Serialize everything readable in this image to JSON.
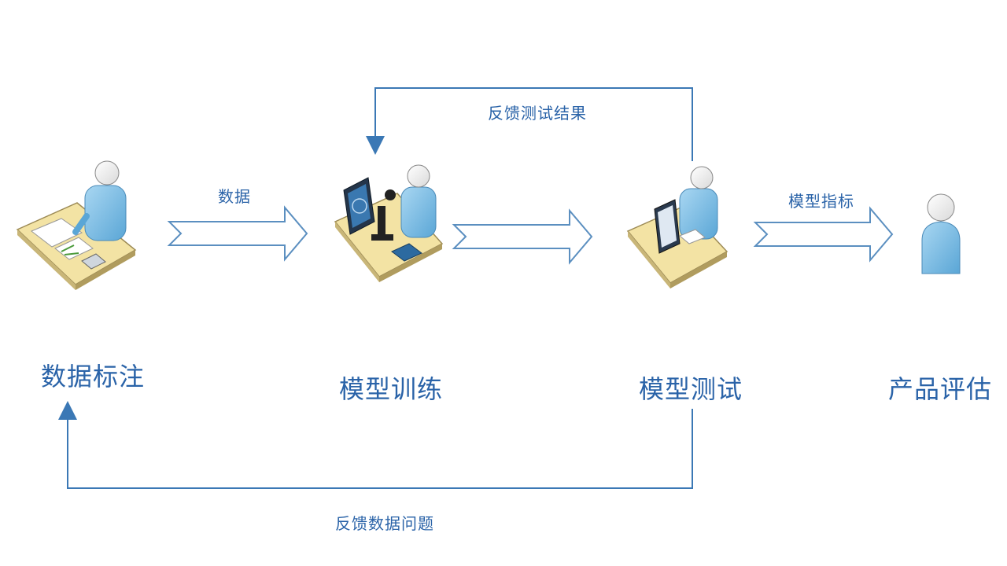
{
  "nodes": {
    "annotation": "数据标注",
    "training": "模型训练",
    "testing": "模型测试",
    "evaluation": "产品评估"
  },
  "flows": {
    "data": "数据",
    "metrics": "模型指标",
    "feedback_results": "反馈测试结果",
    "feedback_data": "反馈数据问题"
  },
  "colors": {
    "line": "#3b78b5",
    "arrow_stroke": "#5b8fc0",
    "desk": "#f3e3a4",
    "person": "#8fc6e6",
    "text": "#2a63a8"
  }
}
